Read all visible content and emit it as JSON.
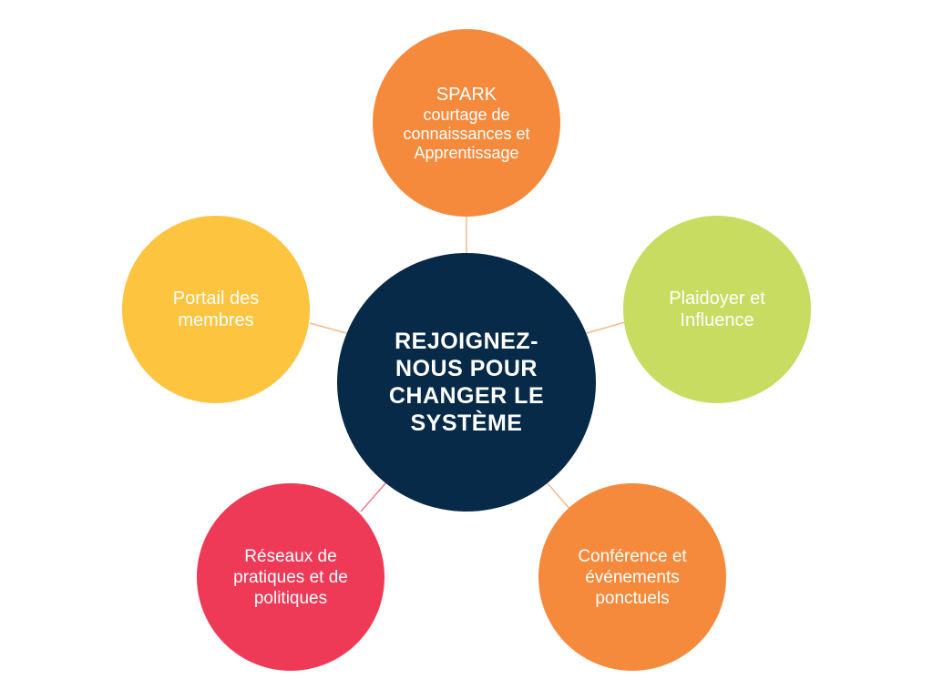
{
  "diagram": {
    "center": {
      "lines": [
        "REJOIGNEZ-",
        "NOUS POUR",
        "CHANGER LE",
        "SYSTÈME"
      ],
      "color": "#062a47"
    },
    "nodes": {
      "top": {
        "head": "SPARK",
        "lines": [
          "courtage de",
          "connaissances et",
          "Apprentissage"
        ],
        "color": "#f58a3c"
      },
      "left": {
        "lines": [
          "Portail des",
          "membres"
        ],
        "color": "#fdc43f"
      },
      "right": {
        "lines": [
          "Plaidoyer et",
          "Influence"
        ],
        "color": "#c8dc62"
      },
      "bottom_left": {
        "lines": [
          "Réseaux de",
          "pratiques et de",
          "politiques"
        ],
        "color": "#ee3a57"
      },
      "bottom_right": {
        "lines": [
          "Conférence et",
          "événements",
          "ponctuels"
        ],
        "color": "#f58a3c"
      }
    },
    "connector_color": "#f6b98c"
  }
}
